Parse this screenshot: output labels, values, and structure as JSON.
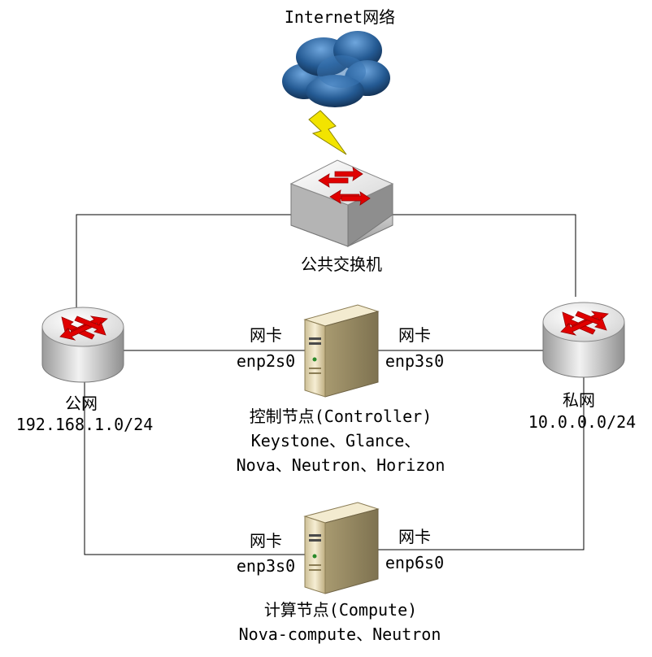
{
  "internet": {
    "label": "Internet网络"
  },
  "public_switch": {
    "label": "公共交换机"
  },
  "public_network": {
    "name": "公网",
    "cidr": "192.168.1.0/24"
  },
  "private_network": {
    "name": "私网",
    "cidr": "10.0.0.0/24"
  },
  "controller": {
    "title": "控制节点(Controller)",
    "services_line1": "Keystone、Glance、",
    "services_line2": "Nova、Neutron、Horizon",
    "nic_left": {
      "label": "网卡",
      "iface": "enp2s0"
    },
    "nic_right": {
      "label": "网卡",
      "iface": "enp3s0"
    }
  },
  "compute": {
    "title": "计算节点(Compute)",
    "services": "Nova-compute、Neutron",
    "nic_left": {
      "label": "网卡",
      "iface": "enp3s0"
    },
    "nic_right": {
      "label": "网卡",
      "iface": "enp6s0"
    }
  },
  "colors": {
    "arrow": "#e00000",
    "cloud": "#1e4f86",
    "lightning": "#f2e400",
    "server_body": "#efe3c0",
    "line": "#000000"
  }
}
